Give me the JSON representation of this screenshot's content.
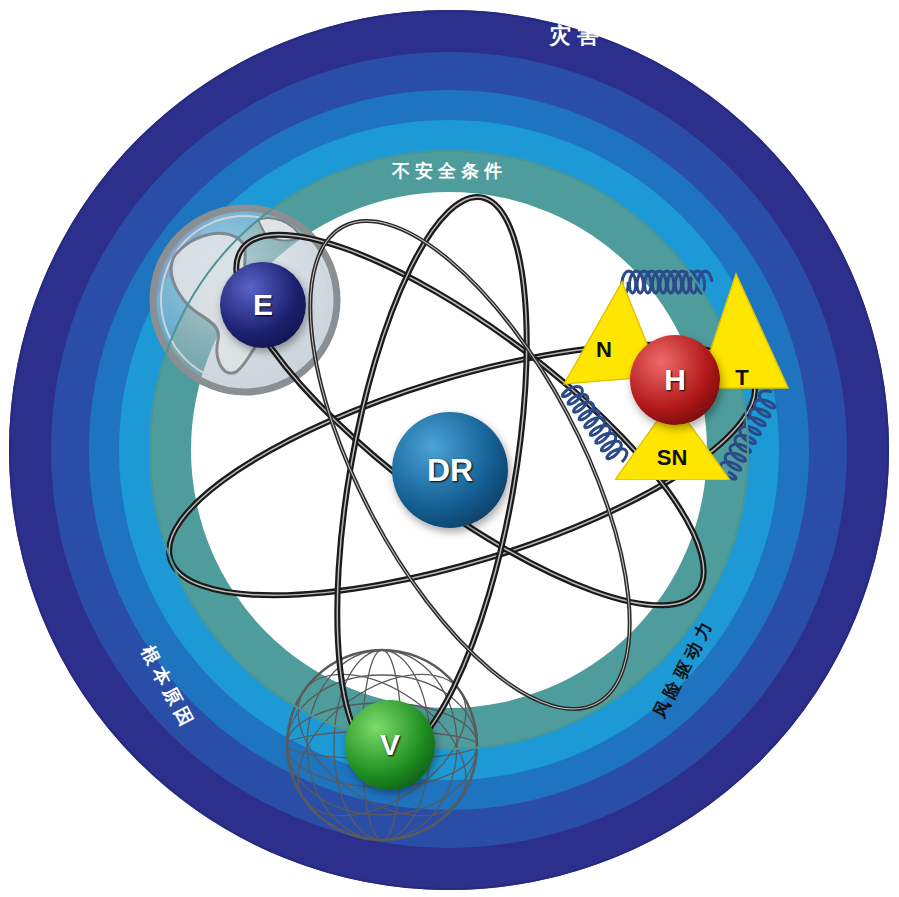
{
  "diagram": {
    "nodes": [
      {
        "text": [
          "灾害"
        ]
      },
      {
        "text": [
          "不安全条件"
        ],
        "in": 0
      },
      {
        "text": [
          "E"
        ],
        "in": 0
      },
      {
        "text": [
          "N"
        ],
        "in": 0
      },
      {
        "text": [
          "H"
        ],
        "in": 0
      },
      {
        "text": [
          "T"
        ],
        "in": 0
      },
      {
        "text": [
          "DR"
        ],
        "in": 0
      },
      {
        "text": [
          "SN"
        ],
        "in": 0
      },
      {
        "text": [
          "V"
        ],
        "in": 0
      }
    ],
    "labels": [
      "根本原因",
      "风险驱动力"
    ]
  }
}
